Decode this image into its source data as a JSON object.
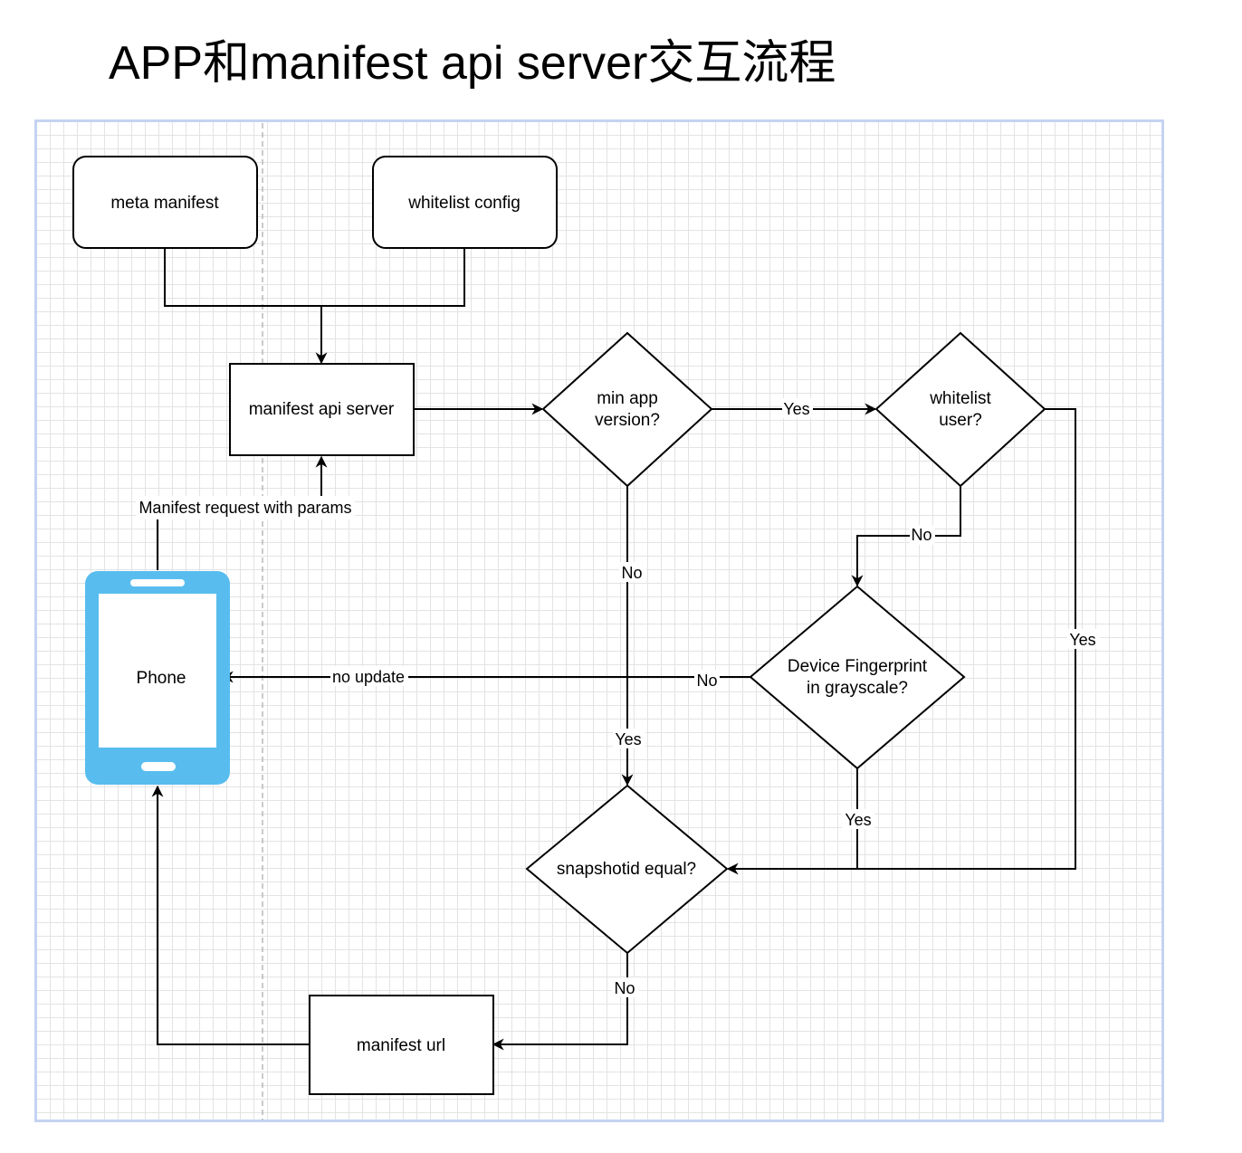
{
  "title": "APP和manifest api server交互流程",
  "colors": {
    "phone": "#58bdee",
    "grid": "#e3e3e3",
    "frame": "#c4d3f2",
    "stroke": "#000000"
  },
  "nodes": {
    "meta_manifest": "meta manifest",
    "whitelist_config": "whitelist config",
    "manifest_api_server": "manifest api server",
    "min_app_version": [
      "min app",
      "version?"
    ],
    "whitelist_user": [
      "whitelist",
      "user?"
    ],
    "device_fingerprint": [
      "Device Fingerprint",
      "in grayscale?"
    ],
    "snapshotid_equal": "snapshotid equal?",
    "manifest_url": "manifest url",
    "phone": "Phone"
  },
  "edges": {
    "manifest_request": "Manifest request with params",
    "min_app_yes": "Yes",
    "min_app_no": "No",
    "whitelist_no": "No",
    "whitelist_yes": "Yes",
    "fingerprint_no": "No",
    "fingerprint_yes": "Yes",
    "no_update": "no update",
    "snapshot_yes": "Yes",
    "snapshot_no": "No"
  }
}
